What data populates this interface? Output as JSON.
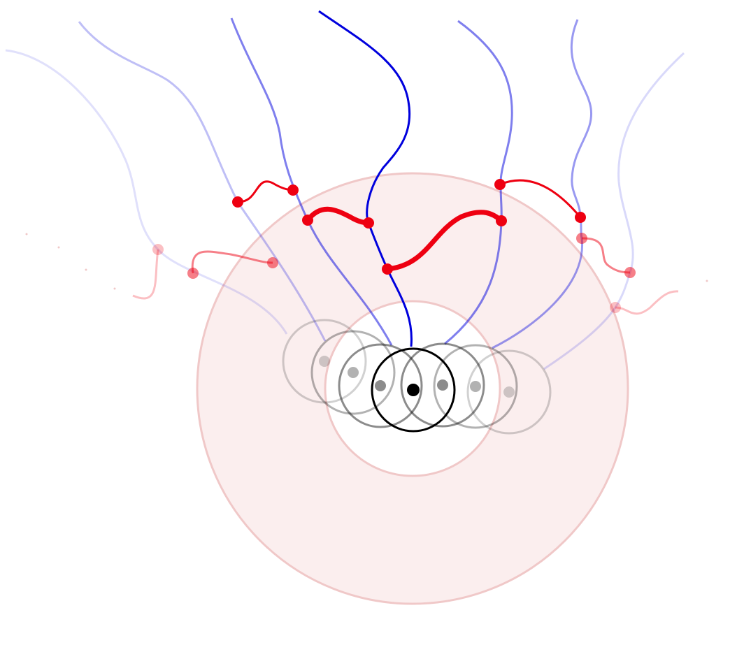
{
  "figure": {
    "kind": "abstract-diagram",
    "text_labels": []
  },
  "colors": {
    "background": "#ffffff",
    "strand": "#0000dd",
    "bridge": "#ee0011",
    "ring_stroke": "#000000",
    "zone_fill": "#fbeeee",
    "zone_stroke": "#f0c8c8",
    "inner_zone_fill": "#ffffff"
  },
  "rings": [
    {
      "id": "ring-far-left",
      "opacity": 0.18
    },
    {
      "id": "ring-left",
      "opacity": 0.3
    },
    {
      "id": "ring-near-left",
      "opacity": 0.45
    },
    {
      "id": "ring-center",
      "opacity": 1.0
    },
    {
      "id": "ring-near-right",
      "opacity": 0.45
    },
    {
      "id": "ring-right",
      "opacity": 0.3
    },
    {
      "id": "ring-far-right",
      "opacity": 0.18
    }
  ],
  "strands": [
    {
      "id": "strand-far-left",
      "opacity": 0.12
    },
    {
      "id": "strand-left",
      "opacity": 0.25
    },
    {
      "id": "strand-near-left",
      "opacity": 0.5
    },
    {
      "id": "strand-center",
      "opacity": 1.0
    },
    {
      "id": "strand-near-right",
      "opacity": 0.5
    },
    {
      "id": "strand-right",
      "opacity": 0.4
    },
    {
      "id": "strand-far-right",
      "opacity": 0.15
    }
  ],
  "bridges": [
    {
      "id": "bridge-upper-left",
      "opacity": 1.0,
      "weight": "normal"
    },
    {
      "id": "bridge-mid-left",
      "opacity": 1.0,
      "weight": "thick"
    },
    {
      "id": "bridge-center",
      "opacity": 1.0,
      "weight": "thick"
    },
    {
      "id": "bridge-upper-right",
      "opacity": 1.0,
      "weight": "normal"
    },
    {
      "id": "bridge-outer-left",
      "opacity": 0.5,
      "weight": "normal"
    },
    {
      "id": "bridge-far-left",
      "opacity": 0.25,
      "weight": "normal"
    },
    {
      "id": "bridge-outer-right",
      "opacity": 0.5,
      "weight": "normal"
    },
    {
      "id": "bridge-far-right",
      "opacity": 0.25,
      "weight": "normal"
    }
  ]
}
